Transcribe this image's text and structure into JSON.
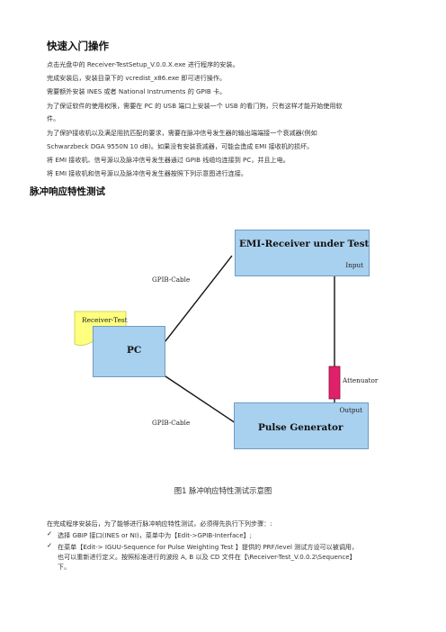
{
  "heading": "快速入门操作",
  "paragraphs": [
    "点击光盘中的 Receiver-TestSetup_V.0.0.X.exe 进行程序的安装。",
    "完成安装后，安装目录下的 vcredist_x86.exe 即可进行操作。",
    "需要额外安装 INES 或者 National Instruments 的 GPIB 卡。",
    "为了保证软件的使用权限，需要在 PC 的 USB 端口上安装一个 USB 的看门狗，只有这样才能开始使用软",
    "件。",
    "为了保护接收机以及满足阻抗匹配的要求，需要在脉冲信号发生器的输出端端接一个衰减器(例如",
    "Schwarzbeck DGA 9550N 10 dB)。如果没有安装衰减器，可能会造成 EMI 接收机的损坏。",
    "将 EMI 接收机、信号源以及脉冲信号发生器通过 GPIB 线缆均连接到 PC，并且上电。",
    "将 EMI 接收机和信号源以及脉冲信号发生器按照下列示意图进行连接。"
  ],
  "section_title": "脉冲响应特性测试",
  "diagram": {
    "receiver_title": "EMI-Receiver under Test",
    "receiver_port": "Input",
    "pc_title": "PC",
    "software_label": "Receiver-Test",
    "generator_title": "Pulse Generator",
    "generator_port": "Output",
    "attenuator_label": "Attenuator",
    "cable_top": "GPIB-Cable",
    "cable_bottom": "GPIB-Cable",
    "colors": {
      "box_fill": "#a8d0ef",
      "attenuator": "#e0206a",
      "doc_fill": "#ffff80"
    }
  },
  "caption": "图1  脉冲响应特性测试示意图",
  "steps_intro": "在完成程序安装后，为了能够进行脉冲响应特性测试，必须得先执行下列步骤：:",
  "steps": [
    {
      "icon": "checkmark-icon",
      "lines": [
        "选择 GBIP 接口(INES or NI)，菜单中为【Edit->GPIB-Interface】;"
      ]
    },
    {
      "icon": "checkmark-icon",
      "lines": [
        "在菜单【Edit-> IGUU-Sequence for Pulse Weighting Test 】提供的 PRF/level 测试方设可以被调用，",
        "也可以重新进行定义。按照标准进行的波段 A, B 以及 CD 文件在【\\Receiver-Test_V.0.0.2\\Sequence】",
        "下。"
      ]
    }
  ]
}
